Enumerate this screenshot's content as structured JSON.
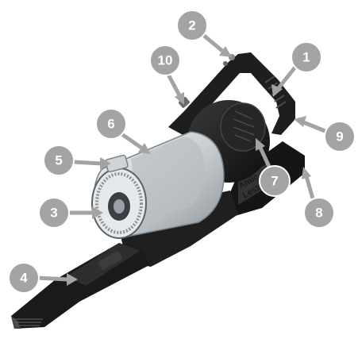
{
  "diagram": {
    "brand_label_line1": "Amic",
    "brand_label_line2": "Lestre",
    "callouts": [
      {
        "id": "1",
        "label": "1"
      },
      {
        "id": "2",
        "label": "2"
      },
      {
        "id": "3",
        "label": "3"
      },
      {
        "id": "4",
        "label": "4"
      },
      {
        "id": "5",
        "label": "5"
      },
      {
        "id": "6",
        "label": "6"
      },
      {
        "id": "7",
        "label": "7"
      },
      {
        "id": "8",
        "label": "8"
      },
      {
        "id": "9",
        "label": "9"
      },
      {
        "id": "10",
        "label": "10"
      }
    ],
    "colors": {
      "callout_fill": "#a3a3a3",
      "body_dark": "#1c1c1c",
      "bin_clear": "#d9dde0"
    }
  }
}
